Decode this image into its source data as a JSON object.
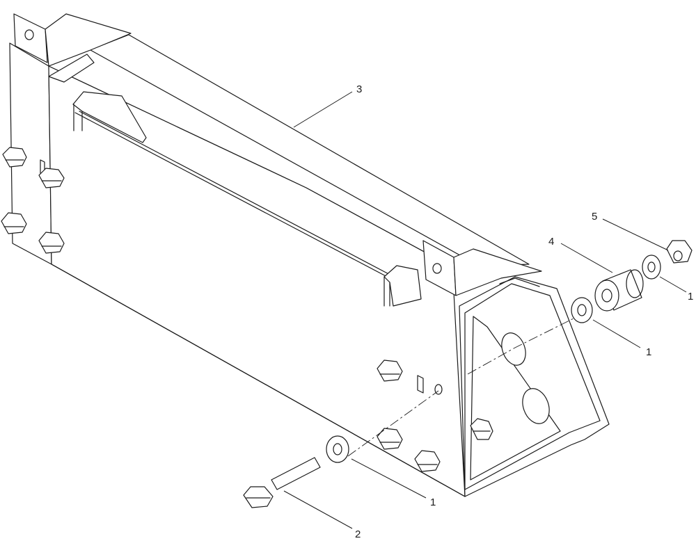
{
  "diagram": {
    "callouts": {
      "c1a": "1",
      "c1b": "1",
      "c1c": "1",
      "c2": "2",
      "c3": "3",
      "c4": "4",
      "c5": "5"
    }
  }
}
